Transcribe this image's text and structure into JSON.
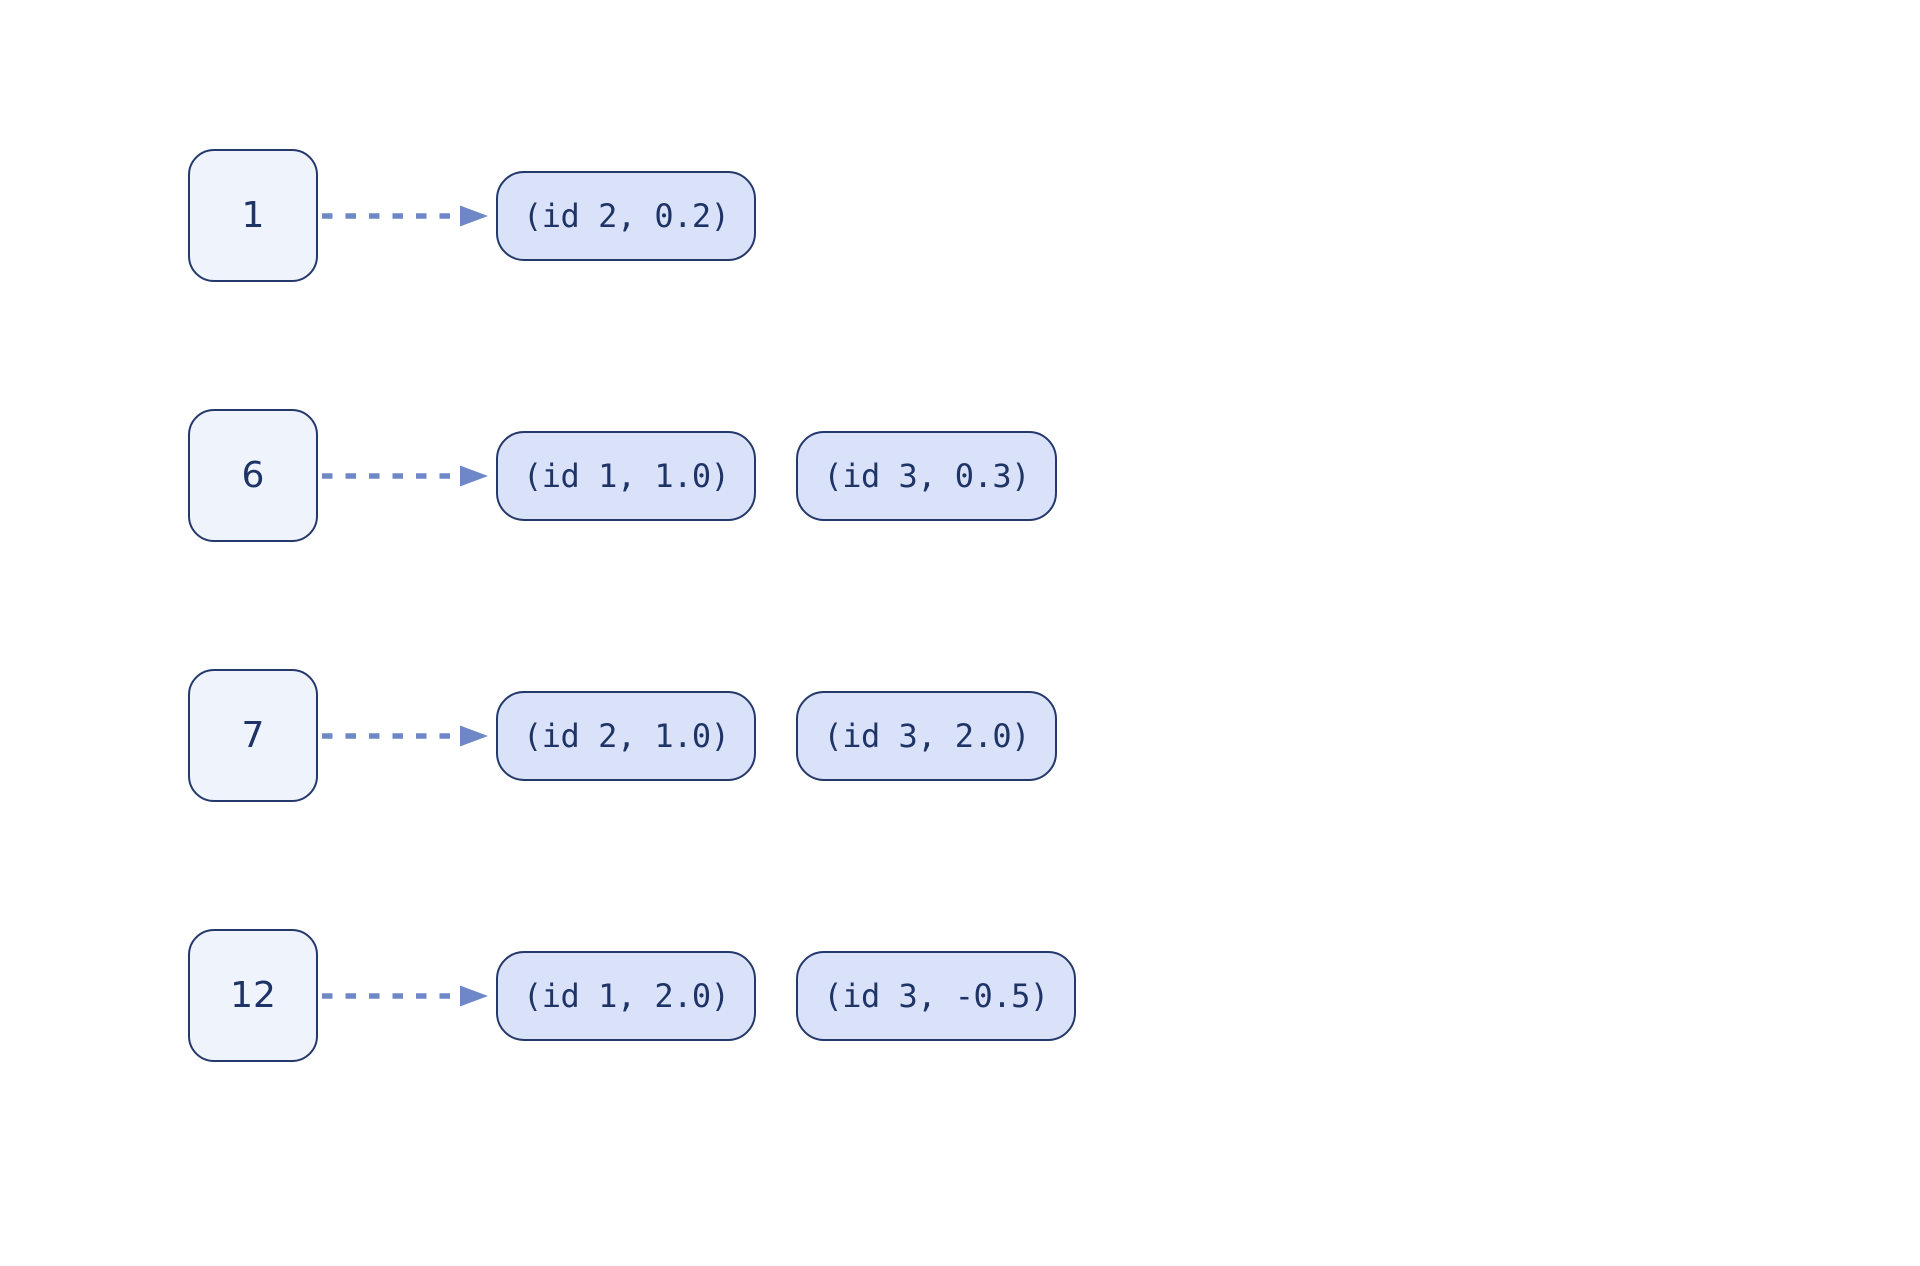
{
  "colors": {
    "background": "#ffffff",
    "square_fill": "#eef3fc",
    "square_border": "#24386b",
    "pill_fill": "#d9e2f8",
    "pill_border": "#24386b",
    "text": "#1e3466",
    "arrow": "#6e87c6"
  },
  "diagram": {
    "type": "adjacency-list",
    "rows": [
      {
        "key": "1",
        "entries": [
          "(id 2, 0.2)"
        ]
      },
      {
        "key": "6",
        "entries": [
          "(id 1, 1.0)",
          "(id 3, 0.3)"
        ]
      },
      {
        "key": "7",
        "entries": [
          "(id 2, 1.0)",
          "(id 3, 2.0)"
        ]
      },
      {
        "key": "12",
        "entries": [
          "(id 1, 2.0)",
          "(id 3, -0.5)"
        ]
      }
    ]
  }
}
